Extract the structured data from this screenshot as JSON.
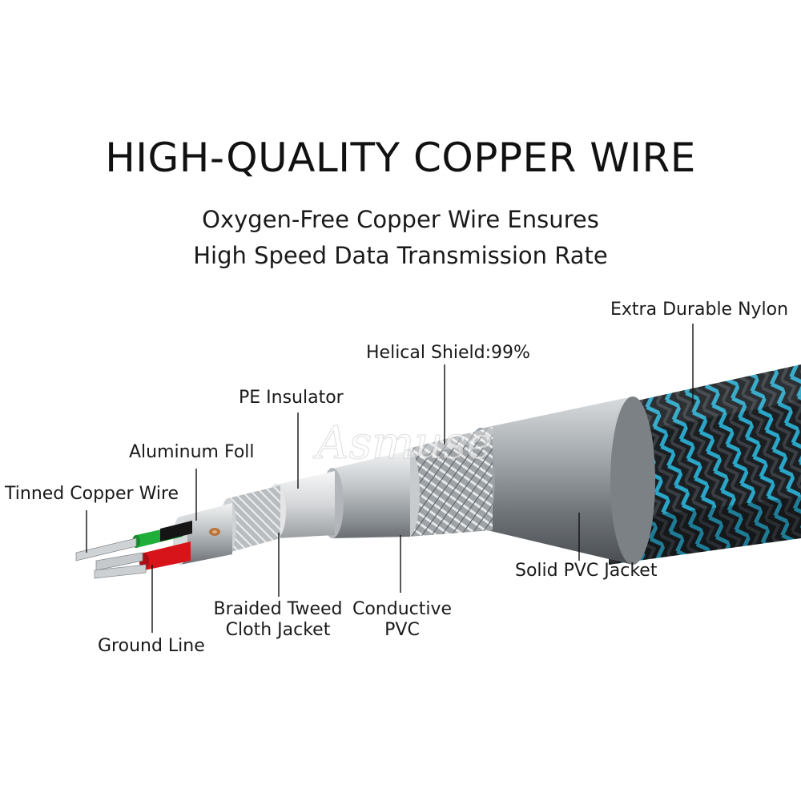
{
  "title": "HIGH-QUALITY COPPER WIRE",
  "subtitle_line1": "Oxygen-Free Copper Wire Ensures",
  "subtitle_line2": "High Speed Data Transmission Rate",
  "watermark": "Asmuse",
  "labels": {
    "extra_durable_nylon": "Extra Durable Nylon",
    "helical_shield": "Helical Shield:99%",
    "pe_insulator": "PE Insulator",
    "aluminum_foil": "Aluminum Foll",
    "tinned_copper_wire": "Tinned Copper Wire",
    "solid_pvc_jacket": "Solid PVC Jacket",
    "braided_line1": "Braided Tweed",
    "braided_line2": "Cloth Jacket",
    "conductive_line1": "Conductive",
    "conductive_line2": "PVC",
    "ground_line": "Ground Line"
  },
  "colors": {
    "nylon_blue": "#2aa6c8",
    "nylon_dark": "#1c1f22",
    "jacket_gray": "#8d9296",
    "wire_green": "#1fae3a",
    "wire_red": "#d8141b",
    "wire_black": "#151515",
    "copper": "#b8733f"
  }
}
